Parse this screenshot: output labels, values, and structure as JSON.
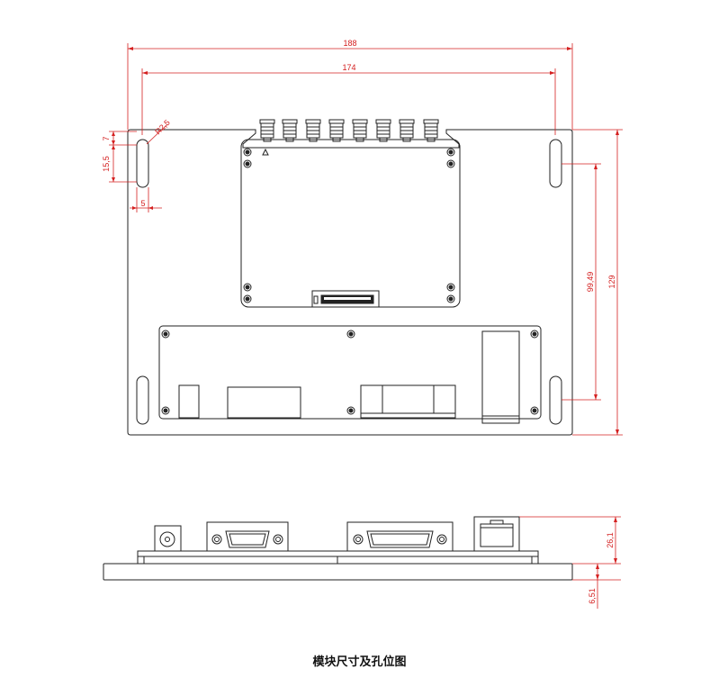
{
  "caption": "模块尺寸及孔位图",
  "dimensions": {
    "overall_width": "188",
    "hole_span": "174",
    "radius": "R2,5",
    "slot_offset": "7",
    "slot_length": "15,5",
    "slot_width": "5",
    "slot_vertical_span": "99,49",
    "overall_height": "129",
    "side_height": "26,1",
    "base_thickness": "6,51"
  },
  "colors": {
    "outline": "#222222",
    "dimension": "#d42020"
  }
}
